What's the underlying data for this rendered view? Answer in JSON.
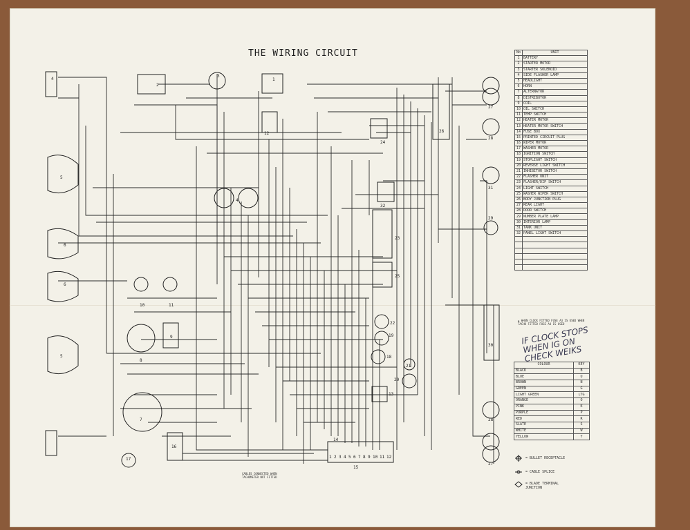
{
  "title": "THE WIRING CIRCUIT",
  "units": {
    "header_no": "No",
    "header_unit": "UNIT",
    "items": [
      {
        "no": "1",
        "unit": "BATTERY"
      },
      {
        "no": "2",
        "unit": "STARTER MOTOR"
      },
      {
        "no": "3",
        "unit": "STARTER SOLENOID"
      },
      {
        "no": "4",
        "unit": "SIDE FLASHER LAMP"
      },
      {
        "no": "5",
        "unit": "HEADLIGHT"
      },
      {
        "no": "6",
        "unit": "HORN"
      },
      {
        "no": "7",
        "unit": "ALTERNATOR"
      },
      {
        "no": "8",
        "unit": "DISTRIBUTOR"
      },
      {
        "no": "9",
        "unit": "COIL"
      },
      {
        "no": "10",
        "unit": "OIL SWITCH"
      },
      {
        "no": "11",
        "unit": "TEMP SWITCH"
      },
      {
        "no": "12",
        "unit": "HEATER MOTOR"
      },
      {
        "no": "13",
        "unit": "HEATER MOTOR SWITCH"
      },
      {
        "no": "14",
        "unit": "FUSE BOX"
      },
      {
        "no": "15",
        "unit": "PRINTED CIRCUIT PLUG"
      },
      {
        "no": "16",
        "unit": "WIPER MOTOR"
      },
      {
        "no": "17",
        "unit": "WASHER MOTOR"
      },
      {
        "no": "18",
        "unit": "IGNITION SWITCH"
      },
      {
        "no": "19",
        "unit": "STOPLIGHT SWITCH"
      },
      {
        "no": "20",
        "unit": "REVERSE LIGHT SWITCH"
      },
      {
        "no": "21",
        "unit": "INHIBITOR SWITCH"
      },
      {
        "no": "22",
        "unit": "FLASHER UNIT"
      },
      {
        "no": "23",
        "unit": "FLASHER/DIP SWITCH"
      },
      {
        "no": "24",
        "unit": "LIGHT SWITCH"
      },
      {
        "no": "25",
        "unit": "WASHER WIPER SWITCH"
      },
      {
        "no": "26",
        "unit": "BODY JUNCTION PLUG"
      },
      {
        "no": "27",
        "unit": "REAR LIGHT"
      },
      {
        "no": "28",
        "unit": "DOOR SWITCH"
      },
      {
        "no": "29",
        "unit": "NUMBER PLATE LAMP"
      },
      {
        "no": "30",
        "unit": "INTERIOR LAMP"
      },
      {
        "no": "31",
        "unit": "TANK UNIT"
      },
      {
        "no": "32",
        "unit": "PANEL LIGHT SWITCH"
      }
    ]
  },
  "colours": {
    "header_colour": "COLOUR",
    "header_key": "KEY",
    "items": [
      {
        "colour": "BLACK",
        "key": "B"
      },
      {
        "colour": "BLUE",
        "key": "U"
      },
      {
        "colour": "BROWN",
        "key": "N"
      },
      {
        "colour": "GREEN",
        "key": "G"
      },
      {
        "colour": "LIGHT GREEN",
        "key": "LTG"
      },
      {
        "colour": "ORANGE",
        "key": "O"
      },
      {
        "colour": "PINK",
        "key": "K"
      },
      {
        "colour": "PURPLE",
        "key": "P"
      },
      {
        "colour": "RED",
        "key": "R"
      },
      {
        "colour": "SLATE",
        "key": "S"
      },
      {
        "colour": "WHITE",
        "key": "W"
      },
      {
        "colour": "YELLOW",
        "key": "Y"
      }
    ]
  },
  "legend": {
    "bullet": "= BULLET RECEPTACLE",
    "splice": "= CABLE SPLICE",
    "blade": "= BLADE TERMINAL JUNCTION"
  },
  "fuse_note": "▲ WHEN CLOCK FITTED FUSE A3 IS USED WHEN TACHO FITTED FUSE A4 IS USED",
  "handwritten_note": [
    "IF CLOCK STOPS",
    "WHEN IG ON",
    "CHECK WEIKS"
  ],
  "cable_note": "CABLES CONNECTED WHEN TACHOMETER NOT FITTED",
  "component_numbers": [
    "1",
    "2",
    "3",
    "4",
    "5",
    "6",
    "7",
    "8",
    "9",
    "10",
    "11",
    "12",
    "13",
    "14",
    "15",
    "16",
    "17",
    "18",
    "19",
    "20",
    "21",
    "22",
    "23",
    "24",
    "25",
    "26",
    "27",
    "28",
    "29",
    "30",
    "31",
    "32"
  ],
  "plug_pins": [
    "1",
    "2",
    "3",
    "4",
    "5",
    "6",
    "7",
    "8",
    "9",
    "10",
    "11",
    "12"
  ],
  "colors": {
    "paper": "#f3f1e8",
    "ink": "#222222",
    "background": "#8a5a3a"
  }
}
